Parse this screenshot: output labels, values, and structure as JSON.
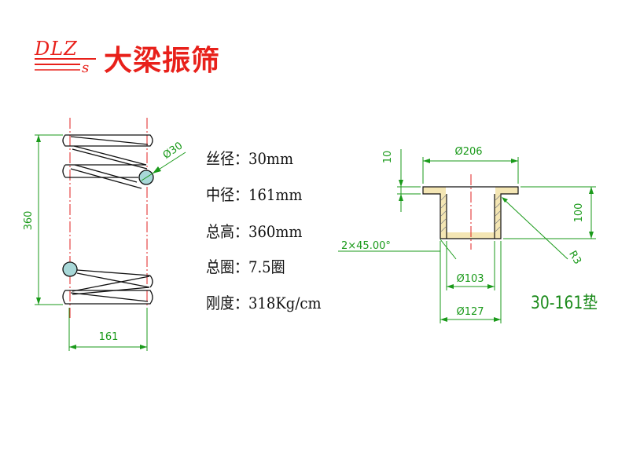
{
  "brand": {
    "logo_letters": "DLZ",
    "logo_sub": "s",
    "company_name": "大梁振筛",
    "accent": "#e8201a"
  },
  "specs": [
    {
      "label": "丝径",
      "sep": "：",
      "value": "30mm"
    },
    {
      "label": "中径",
      "sep": "：",
      "value": "161mm"
    },
    {
      "label": "总高",
      "sep": "：",
      "value": "360mm"
    },
    {
      "label": "总圈",
      "sep": "：",
      "value": "7.5圈"
    },
    {
      "label": "刚度",
      "sep": "：",
      "value": "318Kg/cm"
    }
  ],
  "spring_drawing": {
    "height_dim": "360",
    "pitch_dia_dim": "161",
    "wire_dia_dim": "Ø30"
  },
  "pad_drawing": {
    "top_dia_dim": "Ø206",
    "flange_thickness_dim": "10",
    "height_dim": "100",
    "chamfer_dim": "2×45.00°",
    "inner_dia_dim": "Ø103",
    "outer_dia_dim": "Ø127",
    "radius_dim": "R3",
    "part_name": "30-161垫"
  },
  "colors": {
    "dimension": "#1a9a1a",
    "centerline": "#e02020",
    "outline": "#111111",
    "wire_fill": "#a8d8d8",
    "pad_fill": "#f4e6b4"
  }
}
